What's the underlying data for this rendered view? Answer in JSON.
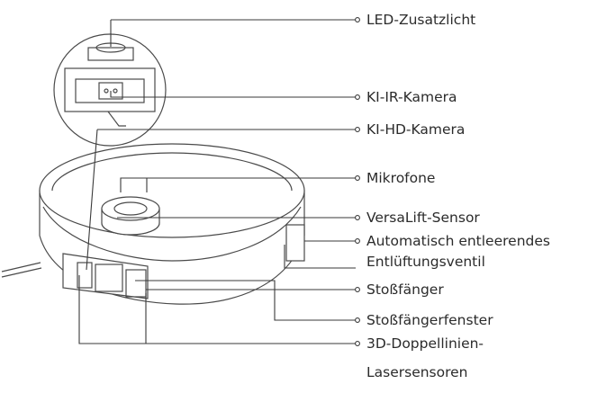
{
  "labels": {
    "led": "LED-Zusatzlicht",
    "ir_camera": "KI-IR-Kamera",
    "hd_camera": "KI-HD-Kamera",
    "microphones": "Mikrofone",
    "versalift": "VersaLift-Sensor",
    "vent_line1": "Automatisch entleerendes",
    "vent_line2": "Entlüftungsventil",
    "bumper": "Stoßfänger",
    "bumper_window": "Stoßfängerfenster",
    "laser_line1": "3D-Doppellinien-",
    "laser_line2": "Lasersensoren"
  },
  "colors": {
    "line": "#3a3a3a",
    "text": "#2b2b2b",
    "background": "#ffffff"
  }
}
